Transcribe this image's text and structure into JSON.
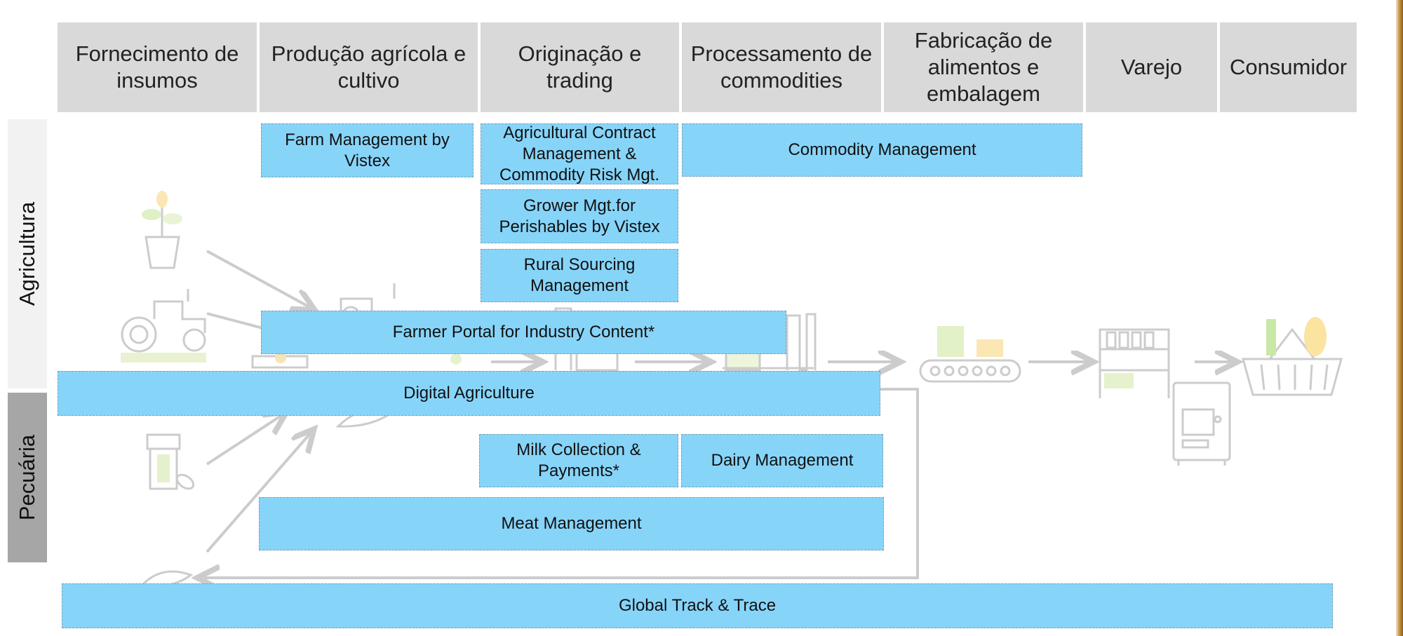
{
  "headers": [
    {
      "label": "Fornecimento de insumos"
    },
    {
      "label": "Produção agrícola e cultivo"
    },
    {
      "label": "Originação e trading"
    },
    {
      "label": "Processamento de commodities"
    },
    {
      "label": "Fabricação de alimentos e embalagem"
    },
    {
      "label": "Varejo"
    },
    {
      "label": "Consumidor"
    }
  ],
  "rows": {
    "agricultura": "Agricultura",
    "pecuaria": "Pecuária"
  },
  "solutions": {
    "farm_management": "Farm Management by Vistex",
    "agri_contract": "Agricultural Contract Management & Commodity Risk Mgt.",
    "commodity_management": "Commodity Management",
    "grower_mgt": "Grower Mgt.for Perishables by Vistex",
    "rural_sourcing": "Rural Sourcing Management",
    "farmer_portal": "Farmer Portal for Industry Content*",
    "digital_agriculture": "Digital Agriculture",
    "milk_collection": "Milk Collection & Payments*",
    "dairy_management": "Dairy Management",
    "meat_management": "Meat Management",
    "global_track": "Global Track & Trace"
  },
  "colors": {
    "header_bg": "#d9d9d9",
    "solution_box": "#87d4f9",
    "agricultura_bg": "#f2f2f2",
    "pecuaria_bg": "#a6a6a6",
    "icon_line": "#cccccc",
    "accent_green": "#c9e8a8",
    "accent_yellow": "#fbe3a0"
  },
  "icons": [
    "plant-pot-icon",
    "tractor-icon",
    "medicine-bottle-icon",
    "leaf-icon",
    "factory-icon",
    "conveyor-belt-icon",
    "retail-shelf-icon",
    "vending-machine-icon",
    "shopping-basket-icon"
  ]
}
